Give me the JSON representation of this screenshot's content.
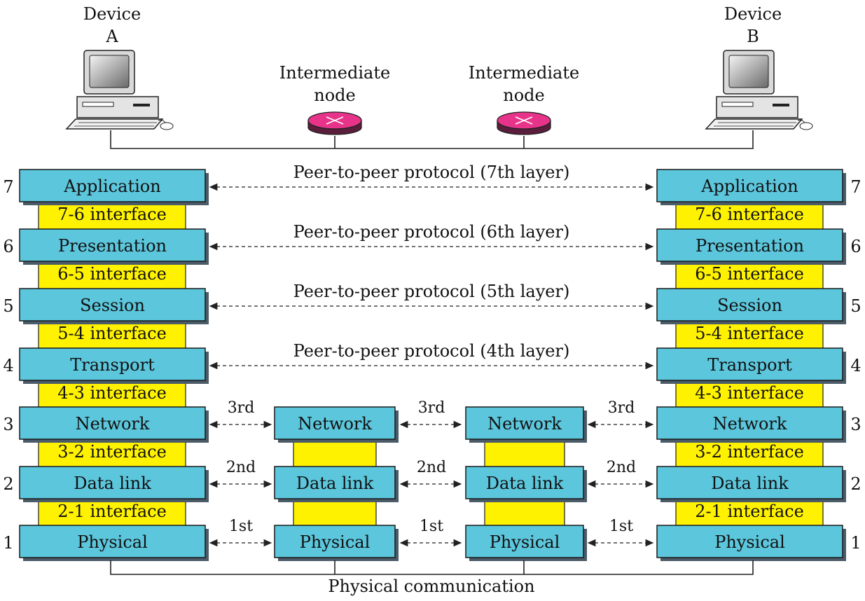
{
  "devices": {
    "a": {
      "line1": "Device",
      "line2": "A"
    },
    "b": {
      "line1": "Device",
      "line2": "B"
    }
  },
  "intermediate": [
    {
      "line1": "Intermediate",
      "line2": "node"
    },
    {
      "line1": "Intermediate",
      "line2": "node"
    }
  ],
  "layers": [
    {
      "num": "7",
      "name": "Application",
      "iface": "7-6 interface"
    },
    {
      "num": "6",
      "name": "Presentation",
      "iface": "6-5 interface"
    },
    {
      "num": "5",
      "name": "Session",
      "iface": "5-4 interface"
    },
    {
      "num": "4",
      "name": "Transport",
      "iface": "4-3 interface"
    },
    {
      "num": "3",
      "name": "Network",
      "iface": "3-2 interface"
    },
    {
      "num": "2",
      "name": "Data link",
      "iface": "2-1 interface"
    },
    {
      "num": "1",
      "name": "Physical",
      "iface": ""
    }
  ],
  "peer_protocols": [
    "Peer-to-peer protocol (7th layer)",
    "Peer-to-peer protocol (6th layer)",
    "Peer-to-peer protocol (5th layer)",
    "Peer-to-peer protocol (4th layer)"
  ],
  "hop_labels": {
    "network": "3rd",
    "datalink": "2nd",
    "physical": "1st"
  },
  "node_layers": [
    "Network",
    "Data link",
    "Physical"
  ],
  "footer": "Physical communication",
  "colors": {
    "layer": "#5cc6dc",
    "interface": "#fff200",
    "router": "#e8338a"
  }
}
